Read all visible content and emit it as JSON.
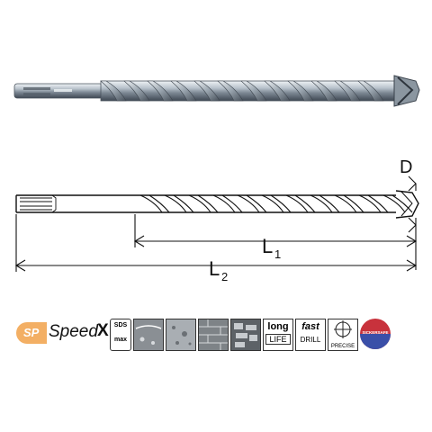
{
  "drawing": {
    "diameter_label": "D",
    "length1_label": "L",
    "length1_sub": "1",
    "length2_label": "L",
    "length2_sub": "2"
  },
  "brand": {
    "badge_text": "SP",
    "product_name": "Speed",
    "product_mark": "X"
  },
  "features": {
    "sds_top": "SDS",
    "sds_bottom": "max",
    "long_top": "long",
    "long_bottom": "LIFE",
    "fast_top": "fast",
    "fast_bottom": "DRILL",
    "precise": "PRECISE",
    "sickersafe": "SICKERSAFE"
  },
  "colors": {
    "badge": "#f2a24a",
    "steel_dark": "#5a6470",
    "steel_light": "#d6dde3",
    "seal_red": "#c8323c",
    "seal_blue": "#3a4fa8"
  }
}
